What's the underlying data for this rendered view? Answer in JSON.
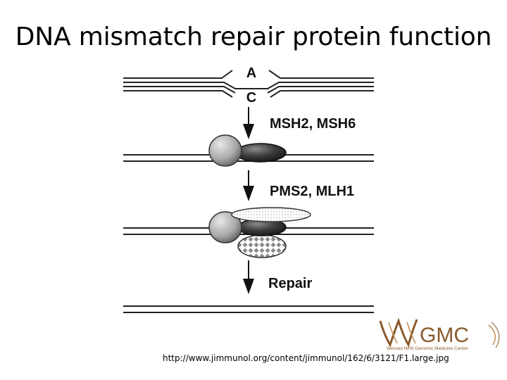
{
  "slide": {
    "title": "DNA mismatch repair protein function"
  },
  "diagram": {
    "base_top": "A",
    "base_bottom": "C",
    "step1_label": "MSH2, MSH6",
    "step2_label": "PMS2, MLH1",
    "step3_label": "Repair"
  },
  "logo": {
    "word": "GMC",
    "subtitle": "Wessex NHS Genomic Medicine Centre",
    "color": "#8a5a2b"
  },
  "footer": {
    "source_url": "http://www.jimmunol.org/content/jimmunol/162/6/3121/F1.large.jpg"
  }
}
